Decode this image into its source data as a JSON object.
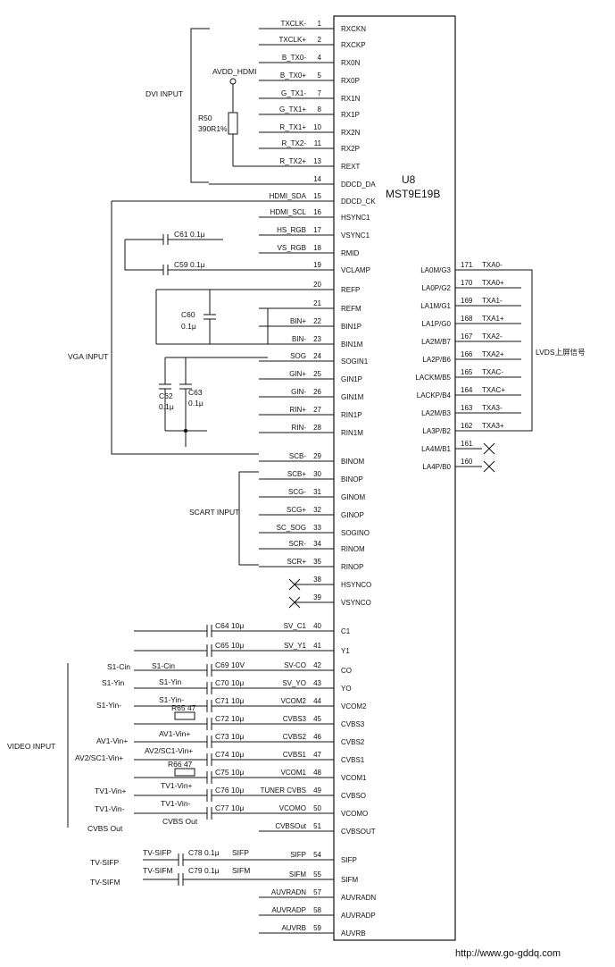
{
  "chip": {
    "ref": "U8",
    "part": "MST9E19B"
  },
  "left_pins": [
    {
      "num": "1",
      "net": "TXCLK-",
      "pin": "RXCKN"
    },
    {
      "num": "2",
      "net": "TXCLK+",
      "pin": "RXCKP"
    },
    {
      "num": "4",
      "net": "B_TX0-",
      "pin": "RX0N"
    },
    {
      "num": "5",
      "net": "B_TX0+",
      "pin": "RX0P"
    },
    {
      "num": "7",
      "net": "G_TX1-",
      "pin": "RX1N"
    },
    {
      "num": "8",
      "net": "G_TX1+",
      "pin": "RX1P"
    },
    {
      "num": "10",
      "net": "R_TX1+",
      "pin": "RX2N"
    },
    {
      "num": "11",
      "net": "R_TX2-",
      "pin": "RX2P"
    },
    {
      "num": "13",
      "net": "R_TX2+",
      "pin": "REXT"
    },
    {
      "num": "14",
      "net": "",
      "pin": "DDCD_DA"
    },
    {
      "num": "15",
      "net": "HDMI_SDA",
      "pin": "DDCD_CK"
    },
    {
      "num": "16",
      "net": "HDMI_SCL",
      "pin": "HSYNC1"
    },
    {
      "num": "17",
      "net": "HS_RGB",
      "pin": "VSYNC1"
    },
    {
      "num": "18",
      "net": "VS_RGB",
      "pin": "RMID"
    },
    {
      "num": "19",
      "net": "",
      "pin": "VCLAMP"
    },
    {
      "num": "20",
      "net": "",
      "pin": "REFP"
    },
    {
      "num": "21",
      "net": "",
      "pin": "REFM"
    },
    {
      "num": "22",
      "net": "BIN+",
      "pin": "BIN1P"
    },
    {
      "num": "23",
      "net": "BIN-",
      "pin": "BIN1M"
    },
    {
      "num": "24",
      "net": "SOG",
      "pin": "SOGIN1"
    },
    {
      "num": "25",
      "net": "GIN+",
      "pin": "GIN1P"
    },
    {
      "num": "26",
      "net": "GIN-",
      "pin": "GIN1M"
    },
    {
      "num": "27",
      "net": "RIN+",
      "pin": "RIN1P"
    },
    {
      "num": "28",
      "net": "RIN-",
      "pin": "RIN1M"
    },
    {
      "num": "29",
      "net": "SCB-",
      "pin": "BINOM"
    },
    {
      "num": "30",
      "net": "SCB+",
      "pin": "BINOP"
    },
    {
      "num": "31",
      "net": "SCG-",
      "pin": "GINOM"
    },
    {
      "num": "32",
      "net": "SCG+",
      "pin": "GINOP"
    },
    {
      "num": "33",
      "net": "SC_SOG",
      "pin": "SOGINO"
    },
    {
      "num": "34",
      "net": "SCR-",
      "pin": "RINOM"
    },
    {
      "num": "35",
      "net": "SCR+",
      "pin": "RINOP"
    },
    {
      "num": "38",
      "net": "",
      "pin": "HSYNCO"
    },
    {
      "num": "39",
      "net": "",
      "pin": "VSYNCO"
    },
    {
      "num": "40",
      "net": "SV_C1",
      "pin": "C1"
    },
    {
      "num": "41",
      "net": "SV_Y1",
      "pin": "Y1"
    },
    {
      "num": "42",
      "net": "SV-CO",
      "pin": "CO"
    },
    {
      "num": "43",
      "net": "SV_YO",
      "pin": "YO"
    },
    {
      "num": "44",
      "net": "VCOM2",
      "pin": "VCOM2"
    },
    {
      "num": "45",
      "net": "CVBS3",
      "pin": "CVBS3"
    },
    {
      "num": "46",
      "net": "CVBS2",
      "pin": "CVBS2"
    },
    {
      "num": "47",
      "net": "CVBS1",
      "pin": "CVBS1"
    },
    {
      "num": "48",
      "net": "VCOM1",
      "pin": "VCOM1"
    },
    {
      "num": "49",
      "net": "TUNER CVBS",
      "pin": "CVBSO"
    },
    {
      "num": "50",
      "net": "VCOMO",
      "pin": "VCOMO"
    },
    {
      "num": "51",
      "net": "CVBSOut",
      "pin": "CVBSOUT"
    },
    {
      "num": "54",
      "net": "SIFP",
      "pin": "SIFP"
    },
    {
      "num": "55",
      "net": "SIFM",
      "pin": "SIFM"
    },
    {
      "num": "57",
      "net": "AUVRADN",
      "pin": "AUVRADN"
    },
    {
      "num": "58",
      "net": "AUVRADP",
      "pin": "AUVRADP"
    },
    {
      "num": "59",
      "net": "AUVRB",
      "pin": "AUVRB"
    }
  ],
  "right_pins": [
    {
      "num": "171",
      "pin": "LA0M/G3",
      "net": "TXA0-"
    },
    {
      "num": "170",
      "pin": "LA0P/G2",
      "net": "TXA0+"
    },
    {
      "num": "169",
      "pin": "LA1M/G1",
      "net": "TXA1-"
    },
    {
      "num": "168",
      "pin": "LA1P/G0",
      "net": "TXA1+"
    },
    {
      "num": "167",
      "pin": "LA2M/B7",
      "net": "TXA2-"
    },
    {
      "num": "166",
      "pin": "LA2P/B6",
      "net": "TXA2+"
    },
    {
      "num": "165",
      "pin": "LACKM/B5",
      "net": "TXAC-"
    },
    {
      "num": "164",
      "pin": "LACKP/B4",
      "net": "TXAC+"
    },
    {
      "num": "163",
      "pin": "LA2M/B3",
      "net": "TXA3-"
    },
    {
      "num": "162",
      "pin": "LA3P/B2",
      "net": "TXA3+"
    },
    {
      "num": "161",
      "pin": "LA4M/B1",
      "net": ""
    },
    {
      "num": "160",
      "pin": "LA4P/B0",
      "net": ""
    }
  ],
  "groups": {
    "dvi": "DVI INPUT",
    "vga": "VGA INPUT",
    "scart": "SCART INPUT",
    "video": "VIDEO INPUT",
    "lvds": "LVDS上屏信号"
  },
  "components": {
    "avdd": "AVDD_HDMI",
    "r50": "R50",
    "r50v": "390R1%",
    "c61": "C61 0.1μ",
    "c59": "C59 0.1μ",
    "c60": "C60",
    "c60v": "0.1μ",
    "c62": "C62",
    "c62v": "0.1μ",
    "c63": "C63",
    "c63v": "0.1μ",
    "c64": "C64 10μ",
    "c65": "C65 10μ",
    "c69": "C69 10V",
    "c70": "C70 10μ",
    "c71": "C71 10μ",
    "c72": "C72 10μ",
    "c73": "C73 10μ",
    "c74": "C74 10μ",
    "c75": "C75 10μ",
    "c76": "C76 10μ",
    "c77": "C77 10μ",
    "c78": "C78 0.1μ",
    "c79": "C79 0.1μ",
    "r65": "R65 47",
    "r66": "R66 47"
  },
  "video_signals": {
    "s1_cin": "S1-Cin",
    "s1_yin": "S1-Yin",
    "s1_yin_m": "S1-Yin-",
    "s1_cin_arrow": "S1-Cin",
    "s1_yin_arrow": "S1-Yin",
    "s1_yin_m_arrow": "S1-Yin-",
    "av1": "AV1-Vin+",
    "av1_arrow": "AV1-Vin+",
    "av2": "AV2/SC1-Vin+",
    "av2_arrow": "AV2/SC1-Vin+",
    "tv1p": "TV1-Vin+",
    "tv1p_arrow": "TV1-Vin+",
    "tv1m": "TV1-Vin-",
    "tv1m_arrow": "TV1-Vin-",
    "cvbs_out": "CVBS Out",
    "cvbs_out_arrow": "CVBS Out",
    "tv_sifp": "TV-SIFP",
    "tv_sifp_arrow": "TV-SIFP",
    "tv_sifm": "TV-SIFM",
    "tv_sifm_arrow": "TV-SIFM",
    "sifp_net": "SIFP",
    "sifm_net": "SIFM"
  },
  "footer": {
    "url": "http://www.go-gddq.com"
  }
}
